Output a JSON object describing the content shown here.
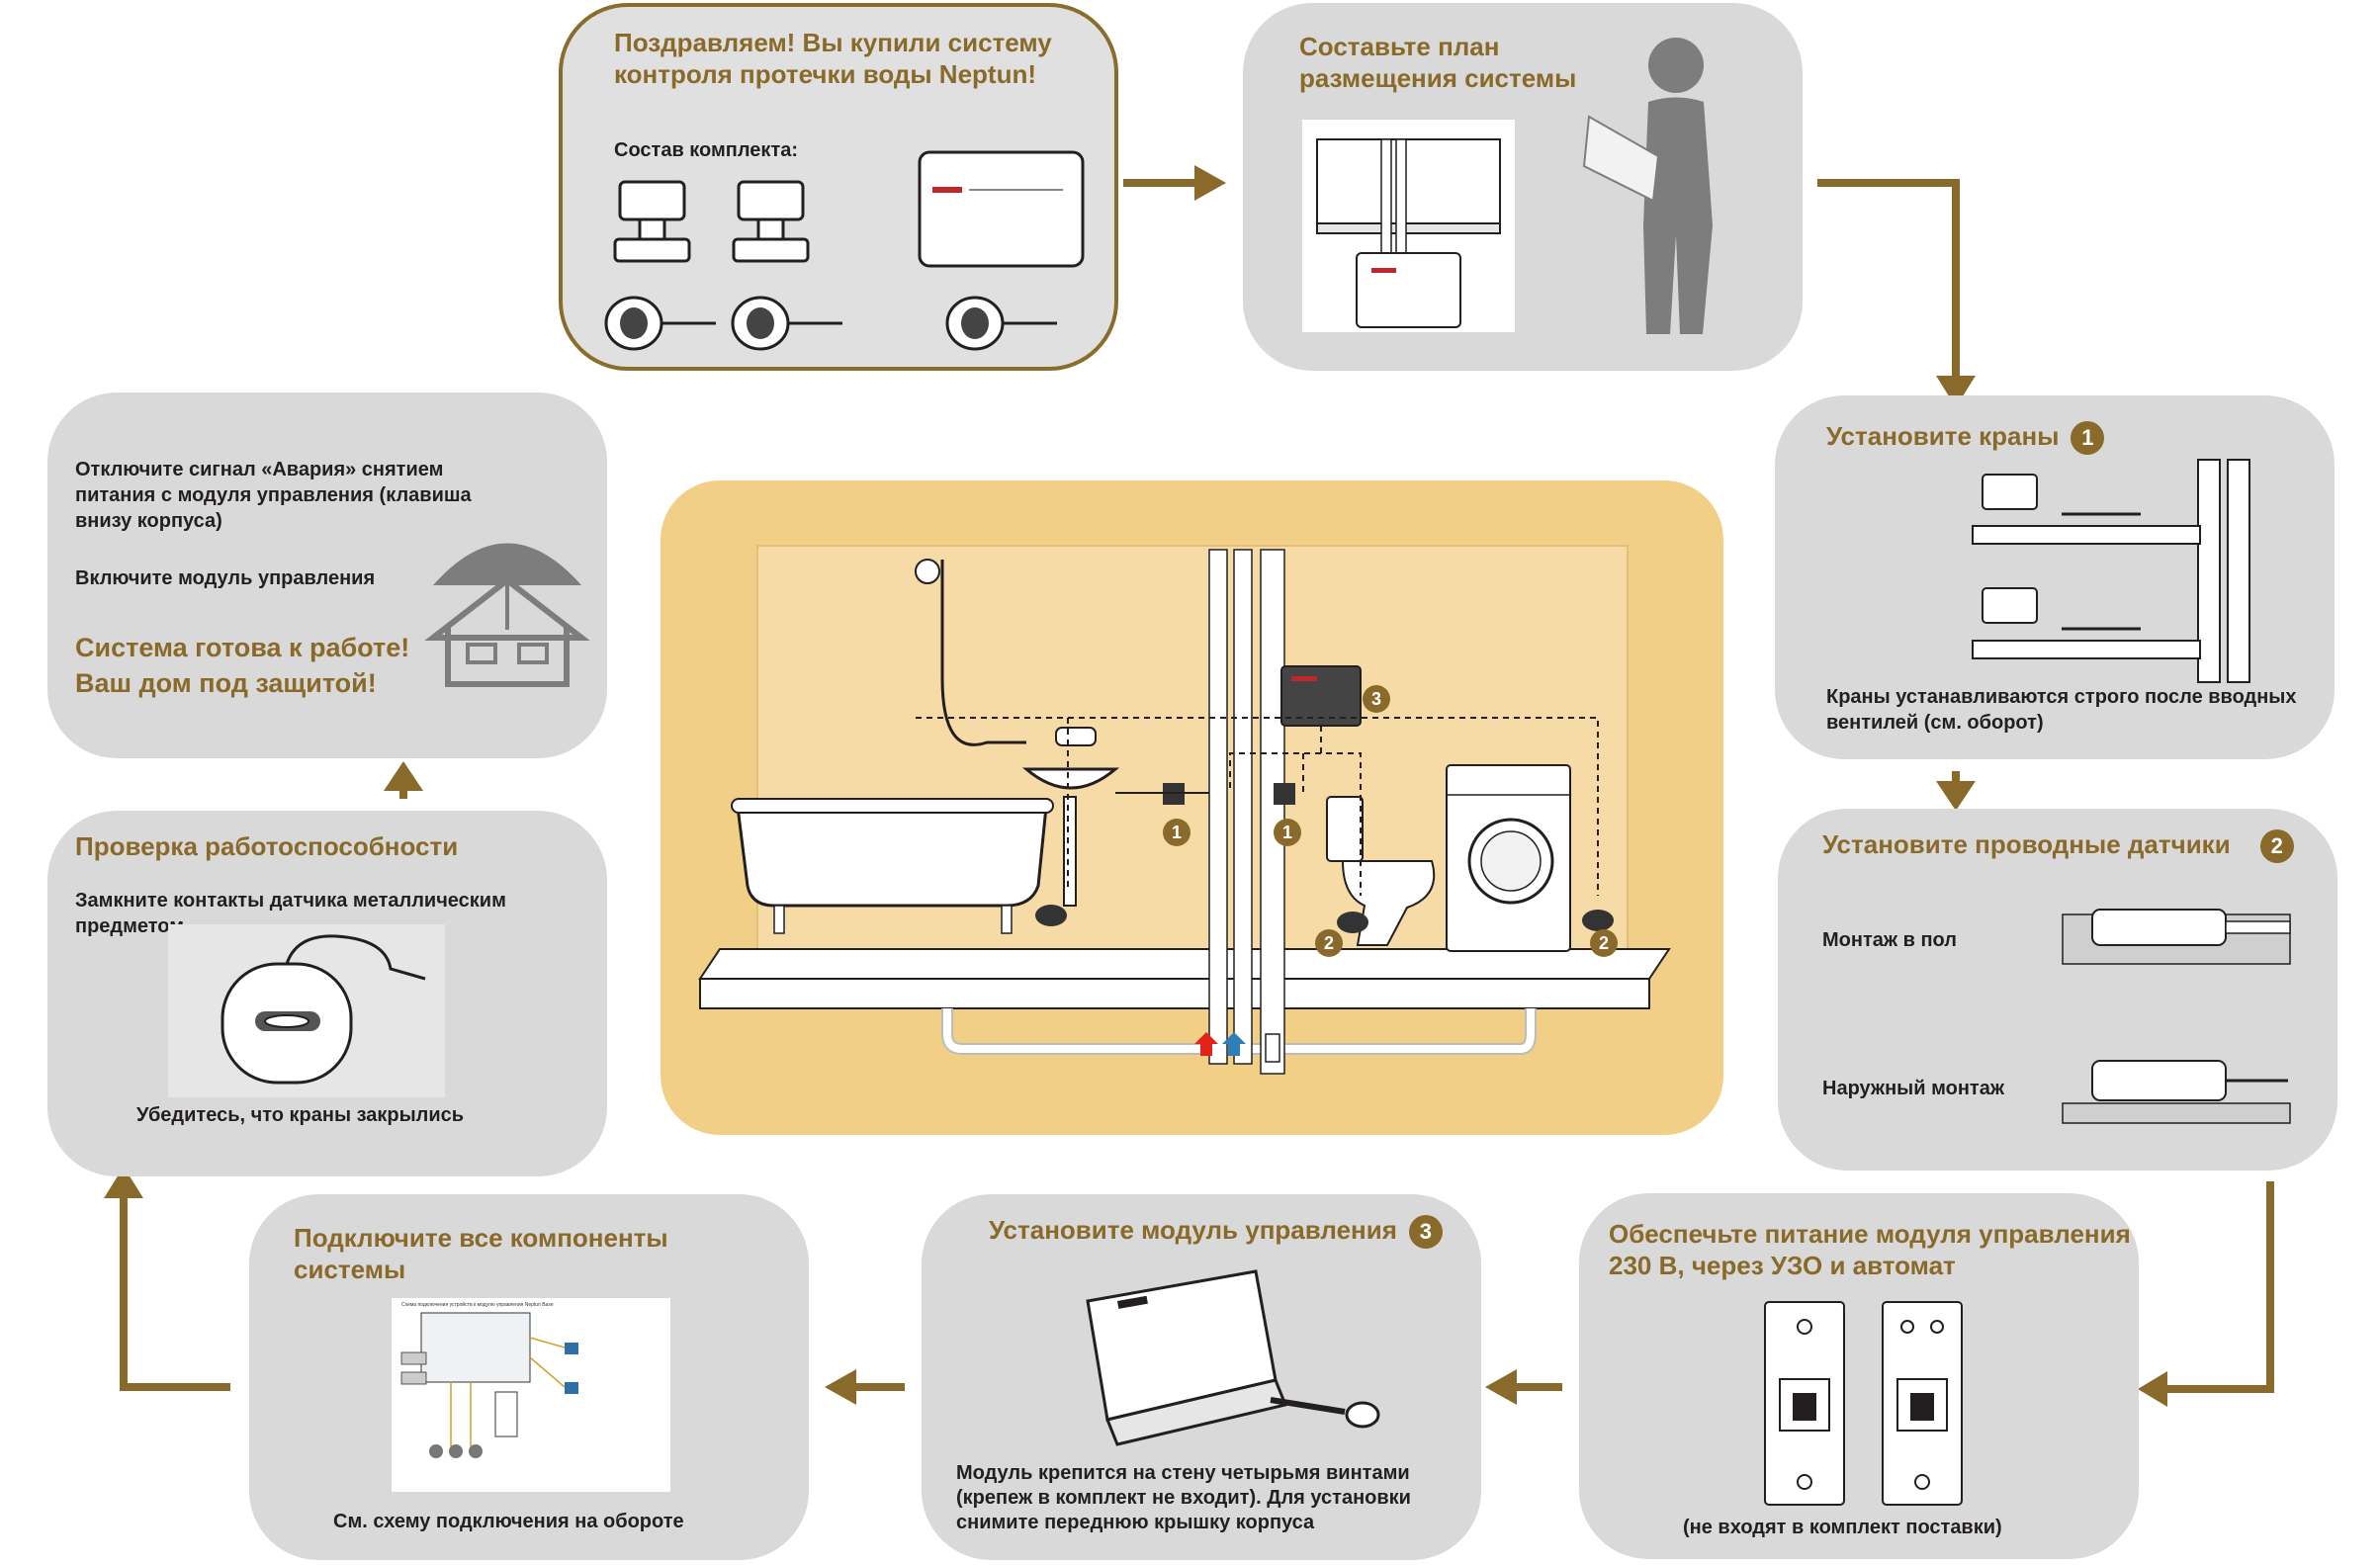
{
  "steps": {
    "congrats": {
      "title": "Поздравляем! Вы купили систему контроля протечки воды Neptun!",
      "kit_label": "Состав комплекта:"
    },
    "plan": {
      "title": "Составьте план размещения системы"
    },
    "valves": {
      "title": "Установите краны",
      "badge": "1",
      "note": "Краны устанавливаются строго после вводных вентилей (см. оборот)"
    },
    "sensors": {
      "title": "Установите проводные датчики",
      "badge": "2",
      "floor": "Монтаж в пол",
      "surface": "Наружный монтаж"
    },
    "power": {
      "title": "Обеспечьте питание модуля управления 230 В, через УЗО и автомат",
      "note": "(не входят в комплект поставки)"
    },
    "module": {
      "title": "Установите модуль управления",
      "badge": "3",
      "note": "Модуль крепится на стену четырьмя винтами (крепеж в комплект не входит). Для установки снимите переднюю крышку корпуса"
    },
    "connect": {
      "title": "Подключите все компоненты системы",
      "note": "См. схему подключения на обороте",
      "scheme_title": "Схема подключения устройств к модулю управления Neptun Base"
    },
    "test": {
      "title": "Проверка работоспособности",
      "instruction": "Замкните контакты датчика металлическим предметом",
      "check": "Убедитесь, что краны закрылись"
    },
    "ready": {
      "text1": "Отключите сигнал «Авария» снятием питания с модуля управления (клавиша внизу корпуса)",
      "text2": "Включите модуль управления",
      "final": "Система готова к работе! Ваш дом под защитой!"
    }
  },
  "center_markers": [
    "1",
    "1",
    "2",
    "2",
    "3"
  ],
  "icons": [
    "valve-icon",
    "sensor-icon",
    "control-module-icon",
    "person-reading-icon",
    "umbrella-house-icon",
    "circuit-breaker-icon",
    "arrow-icon"
  ],
  "colors": {
    "accent": "#8a6a2a",
    "card": "#d9d9d9",
    "center": "#f2cf86",
    "hot": "#e2231a",
    "cold": "#2e7fb8"
  }
}
